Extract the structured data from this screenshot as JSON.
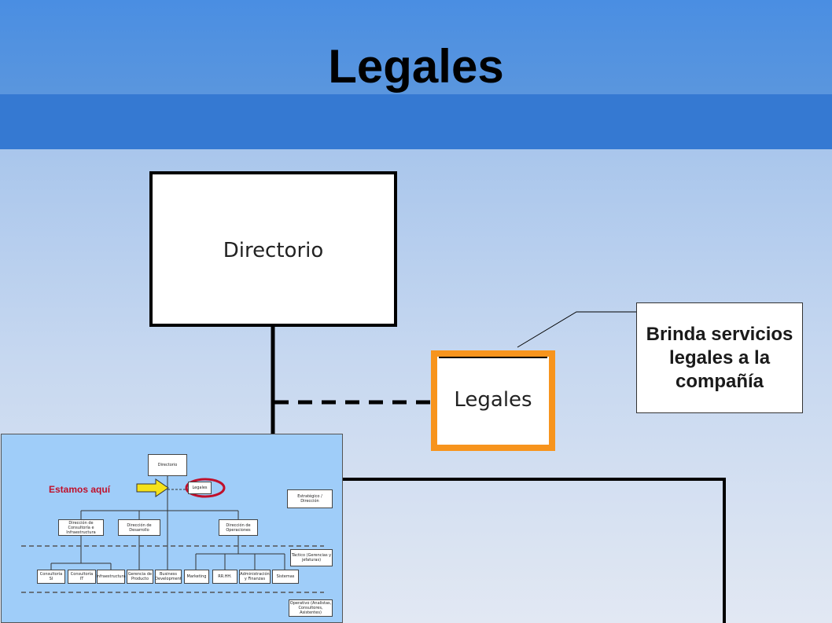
{
  "header": {
    "title": "Legales"
  },
  "diagram": {
    "directorio_label": "Directorio",
    "legales_label": "Legales",
    "callout_text": "Brinda servicios legales a la compañía"
  },
  "thumbnail": {
    "you_are_here": "Estamos aquí",
    "boxes": {
      "directorio": "Directorio",
      "legales": "Legales",
      "dir_consultoria": "Dirección de Consultoría e Infraestructura",
      "dir_desarrollo": "Dirección de Desarrollo",
      "dir_operaciones": "Dirección de Operaciones",
      "consultoria_si": "Consultoría SI",
      "consultoria_it": "Consultoría IT",
      "infraestructura": "Infraestructura",
      "gerencia_producto": "Gerencia de Producto",
      "business_dev": "Business Development",
      "marketing": "Marketing",
      "rrhh": "RR.HH.",
      "administracion": "Administración y Finanzas",
      "sistemas": "Sistemas"
    },
    "levels": {
      "estrategico": "Estratégico / Dirección",
      "tactico": "Táctico (Gerencias y jefaturas)",
      "operativo": "Operativo (Analistas, Consultores, Asistentes)"
    }
  },
  "colors": {
    "highlight": "#f7941d",
    "header": "#4a8de0",
    "marker": "#c0102b"
  }
}
